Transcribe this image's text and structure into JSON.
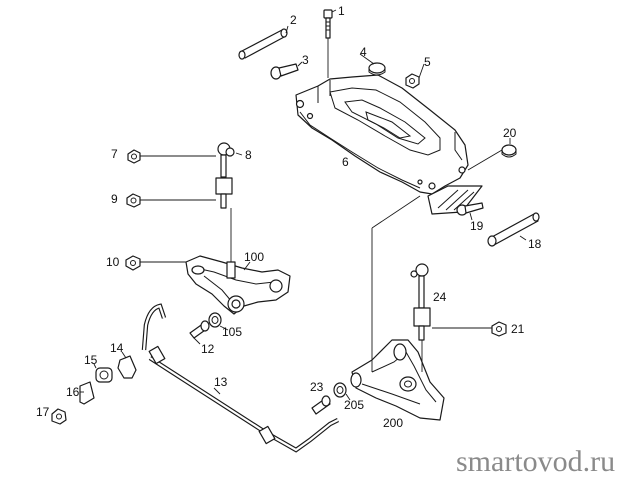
{
  "labels": {
    "l1": "1",
    "l2": "2",
    "l3": "3",
    "l4": "4",
    "l5": "5",
    "l6": "6",
    "l7": "7",
    "l8": "8",
    "l9": "9",
    "l10": "10",
    "l12": "12",
    "l13": "13",
    "l14": "14",
    "l15": "15",
    "l16": "16",
    "l17": "17",
    "l18": "18",
    "l19": "19",
    "l20": "20",
    "l21": "21",
    "l23": "23",
    "l24": "24",
    "l100": "100",
    "l105": "105",
    "l200": "200",
    "l205": "205"
  },
  "watermark": "smartovod.ru",
  "colors": {
    "line": "#1a1a1a",
    "watermark": "#8a8a8a",
    "background": "#ffffff"
  }
}
